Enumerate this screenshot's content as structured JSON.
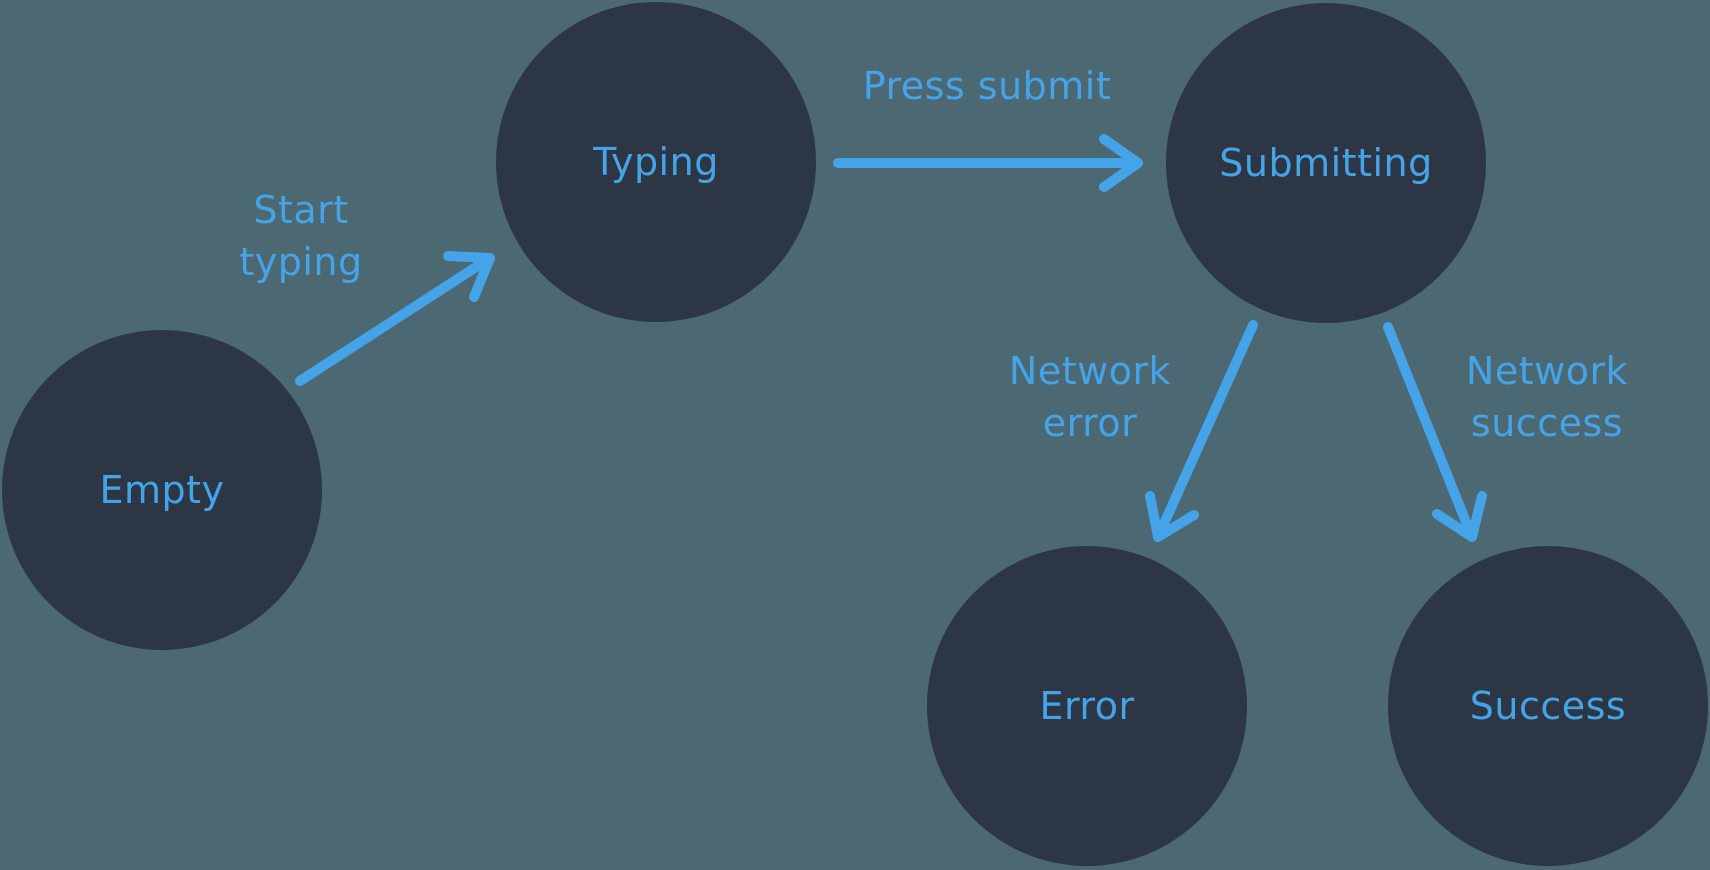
{
  "colors": {
    "background": "#4C6872",
    "node_fill": "#2D3644",
    "accent": "#45A3E8"
  },
  "diagram_type": "state-machine",
  "states": [
    {
      "id": "empty",
      "label": "Empty"
    },
    {
      "id": "typing",
      "label": "Typing"
    },
    {
      "id": "submitting",
      "label": "Submitting"
    },
    {
      "id": "error",
      "label": "Error"
    },
    {
      "id": "success",
      "label": "Success"
    }
  ],
  "transitions": [
    {
      "from": "empty",
      "to": "typing",
      "label_lines": [
        "Start",
        "typing"
      ]
    },
    {
      "from": "typing",
      "to": "submitting",
      "label_lines": [
        "Press submit"
      ]
    },
    {
      "from": "submitting",
      "to": "error",
      "label_lines": [
        "Network",
        "error"
      ]
    },
    {
      "from": "submitting",
      "to": "success",
      "label_lines": [
        "Network",
        "success"
      ]
    }
  ]
}
